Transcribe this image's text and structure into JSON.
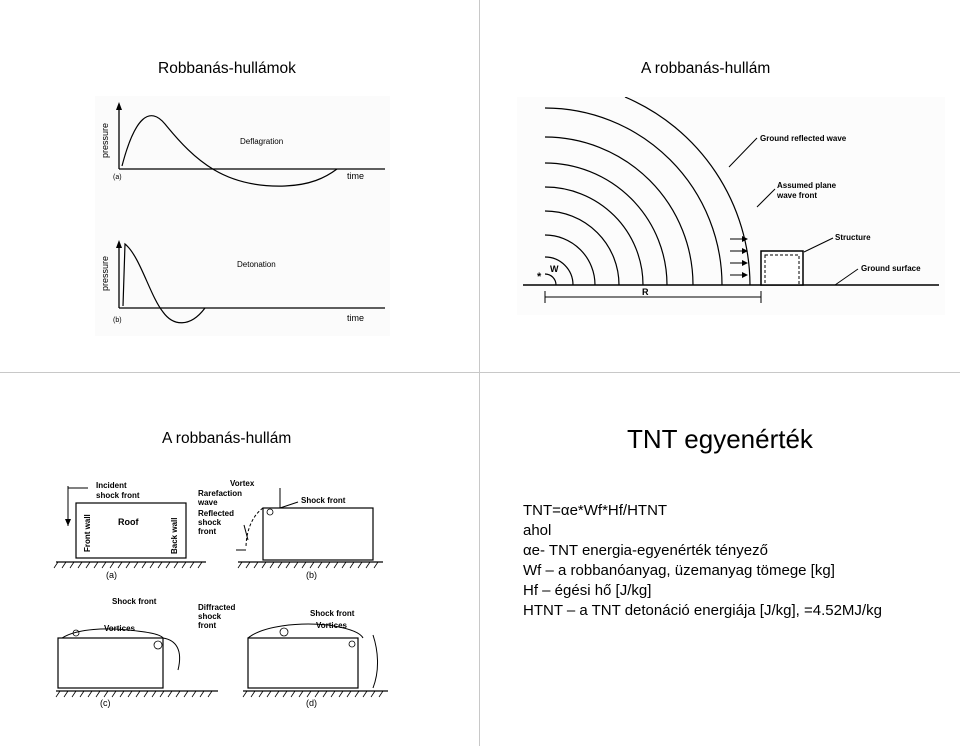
{
  "pages": [
    {
      "title": "Robbanás-hullámok",
      "figure": {
        "panel_a": {
          "tag": "(a)",
          "ylabel": "pressure",
          "xlabel": "time",
          "label": "Deflagration"
        },
        "panel_b": {
          "tag": "(b)",
          "ylabel": "pressure",
          "xlabel": "time",
          "label": "Detonation"
        }
      }
    },
    {
      "title": "A robbanás-hullám",
      "figure": {
        "ground_reflected_wave": "Ground reflected wave",
        "assumed_plane_1": "Assumed plane",
        "assumed_plane_2": "wave front",
        "structure": "Structure",
        "ground_surface": "Ground surface",
        "w": "W",
        "r": "R"
      }
    },
    {
      "title": "A robbanás-hullám",
      "figure": {
        "a": {
          "tag": "(a)",
          "incident_1": "Incident",
          "incident_2": "shock front",
          "roof": "Roof",
          "front_wall": "Front wall",
          "back_wall": "Back wall"
        },
        "b": {
          "tag": "(b)",
          "vortex": "Vortex",
          "rarefaction_1": "Rarefaction",
          "rarefaction_2": "wave",
          "reflected_1": "Reflected",
          "reflected_2": "shock",
          "reflected_3": "front",
          "shock_front": "Shock front"
        },
        "c": {
          "tag": "(c)",
          "shock_front": "Shock front",
          "vortices": "Vortices",
          "diffracted_1": "Diffracted",
          "diffracted_2": "shock",
          "diffracted_3": "front"
        },
        "d": {
          "tag": "(d)",
          "shock_front": "Shock front",
          "vortices": "Vortices"
        }
      }
    },
    {
      "title": "TNT egyenérték",
      "lines": [
        "TNT=αe*Wf*Hf/HTNT",
        "ahol",
        "αe- TNT energia-egyenérték tényező",
        "Wf – a robbanóanyag, üzemanyag tömege [kg]",
        "Hf – égési hő [J/kg]",
        "HTNT – a TNT detonáció energiája [J/kg], =4.52MJ/kg"
      ]
    }
  ]
}
